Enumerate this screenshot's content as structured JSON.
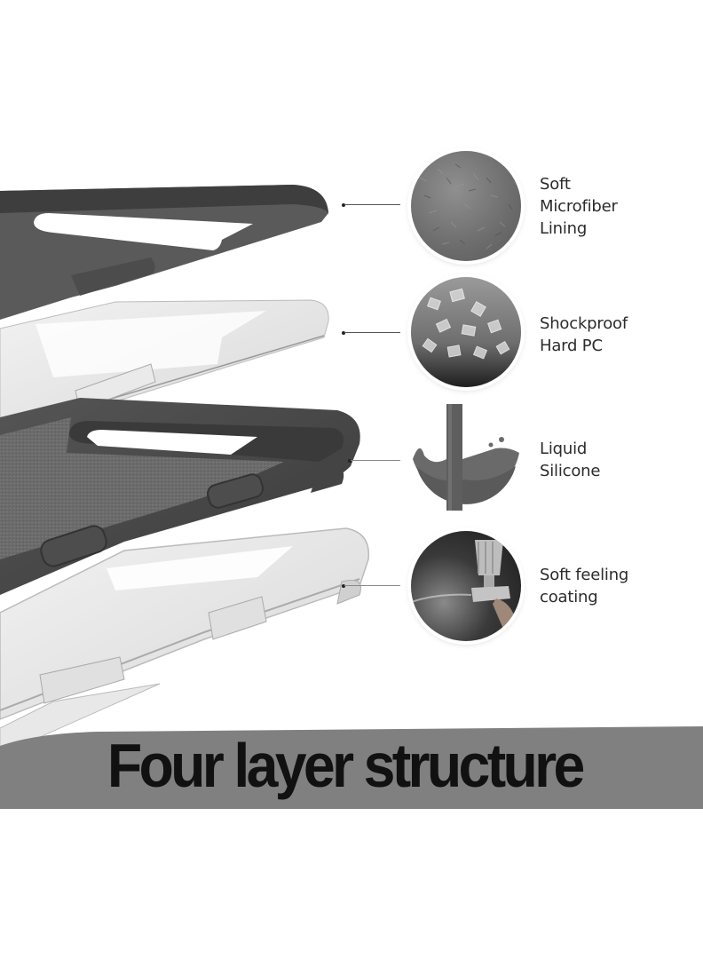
{
  "features": [
    {
      "label_line1": "Soft",
      "label_line2": "Microfiber",
      "label_line3": "Lining",
      "texture": "microfiber-texture"
    },
    {
      "label_line1": "Shockproof",
      "label_line2": "Hard PC",
      "texture": "pc-granules-texture"
    },
    {
      "label_line1": "Liquid",
      "label_line2": "Silicone",
      "texture": "liquid-silicone-splash"
    },
    {
      "label_line1": "Soft feeling",
      "label_line2": "coating",
      "texture": "spray-gun-coating"
    }
  ],
  "banner": {
    "title": "Four layer structure",
    "background_color": "#808080",
    "text_color": "#111111"
  },
  "colors": {
    "background": "#ffffff",
    "silicone_dark": "#4a4a4a",
    "microfiber_gray": "#6a6a6a",
    "clear_pc": "#e6e6e6"
  }
}
